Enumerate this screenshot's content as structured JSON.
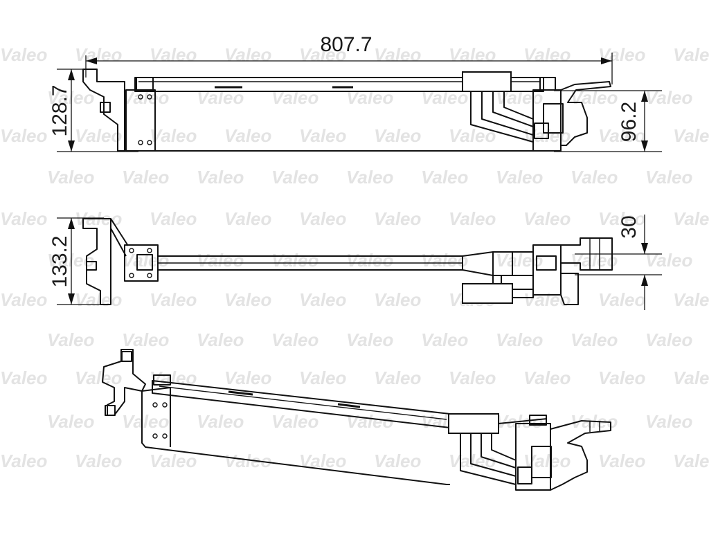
{
  "watermark": {
    "text": "Valeo"
  },
  "dimensions": {
    "overall_length": "807.7",
    "height_top_view": "128.7",
    "height_right": "96.2",
    "height_mid_view": "133.2",
    "offset_mid": "30"
  }
}
